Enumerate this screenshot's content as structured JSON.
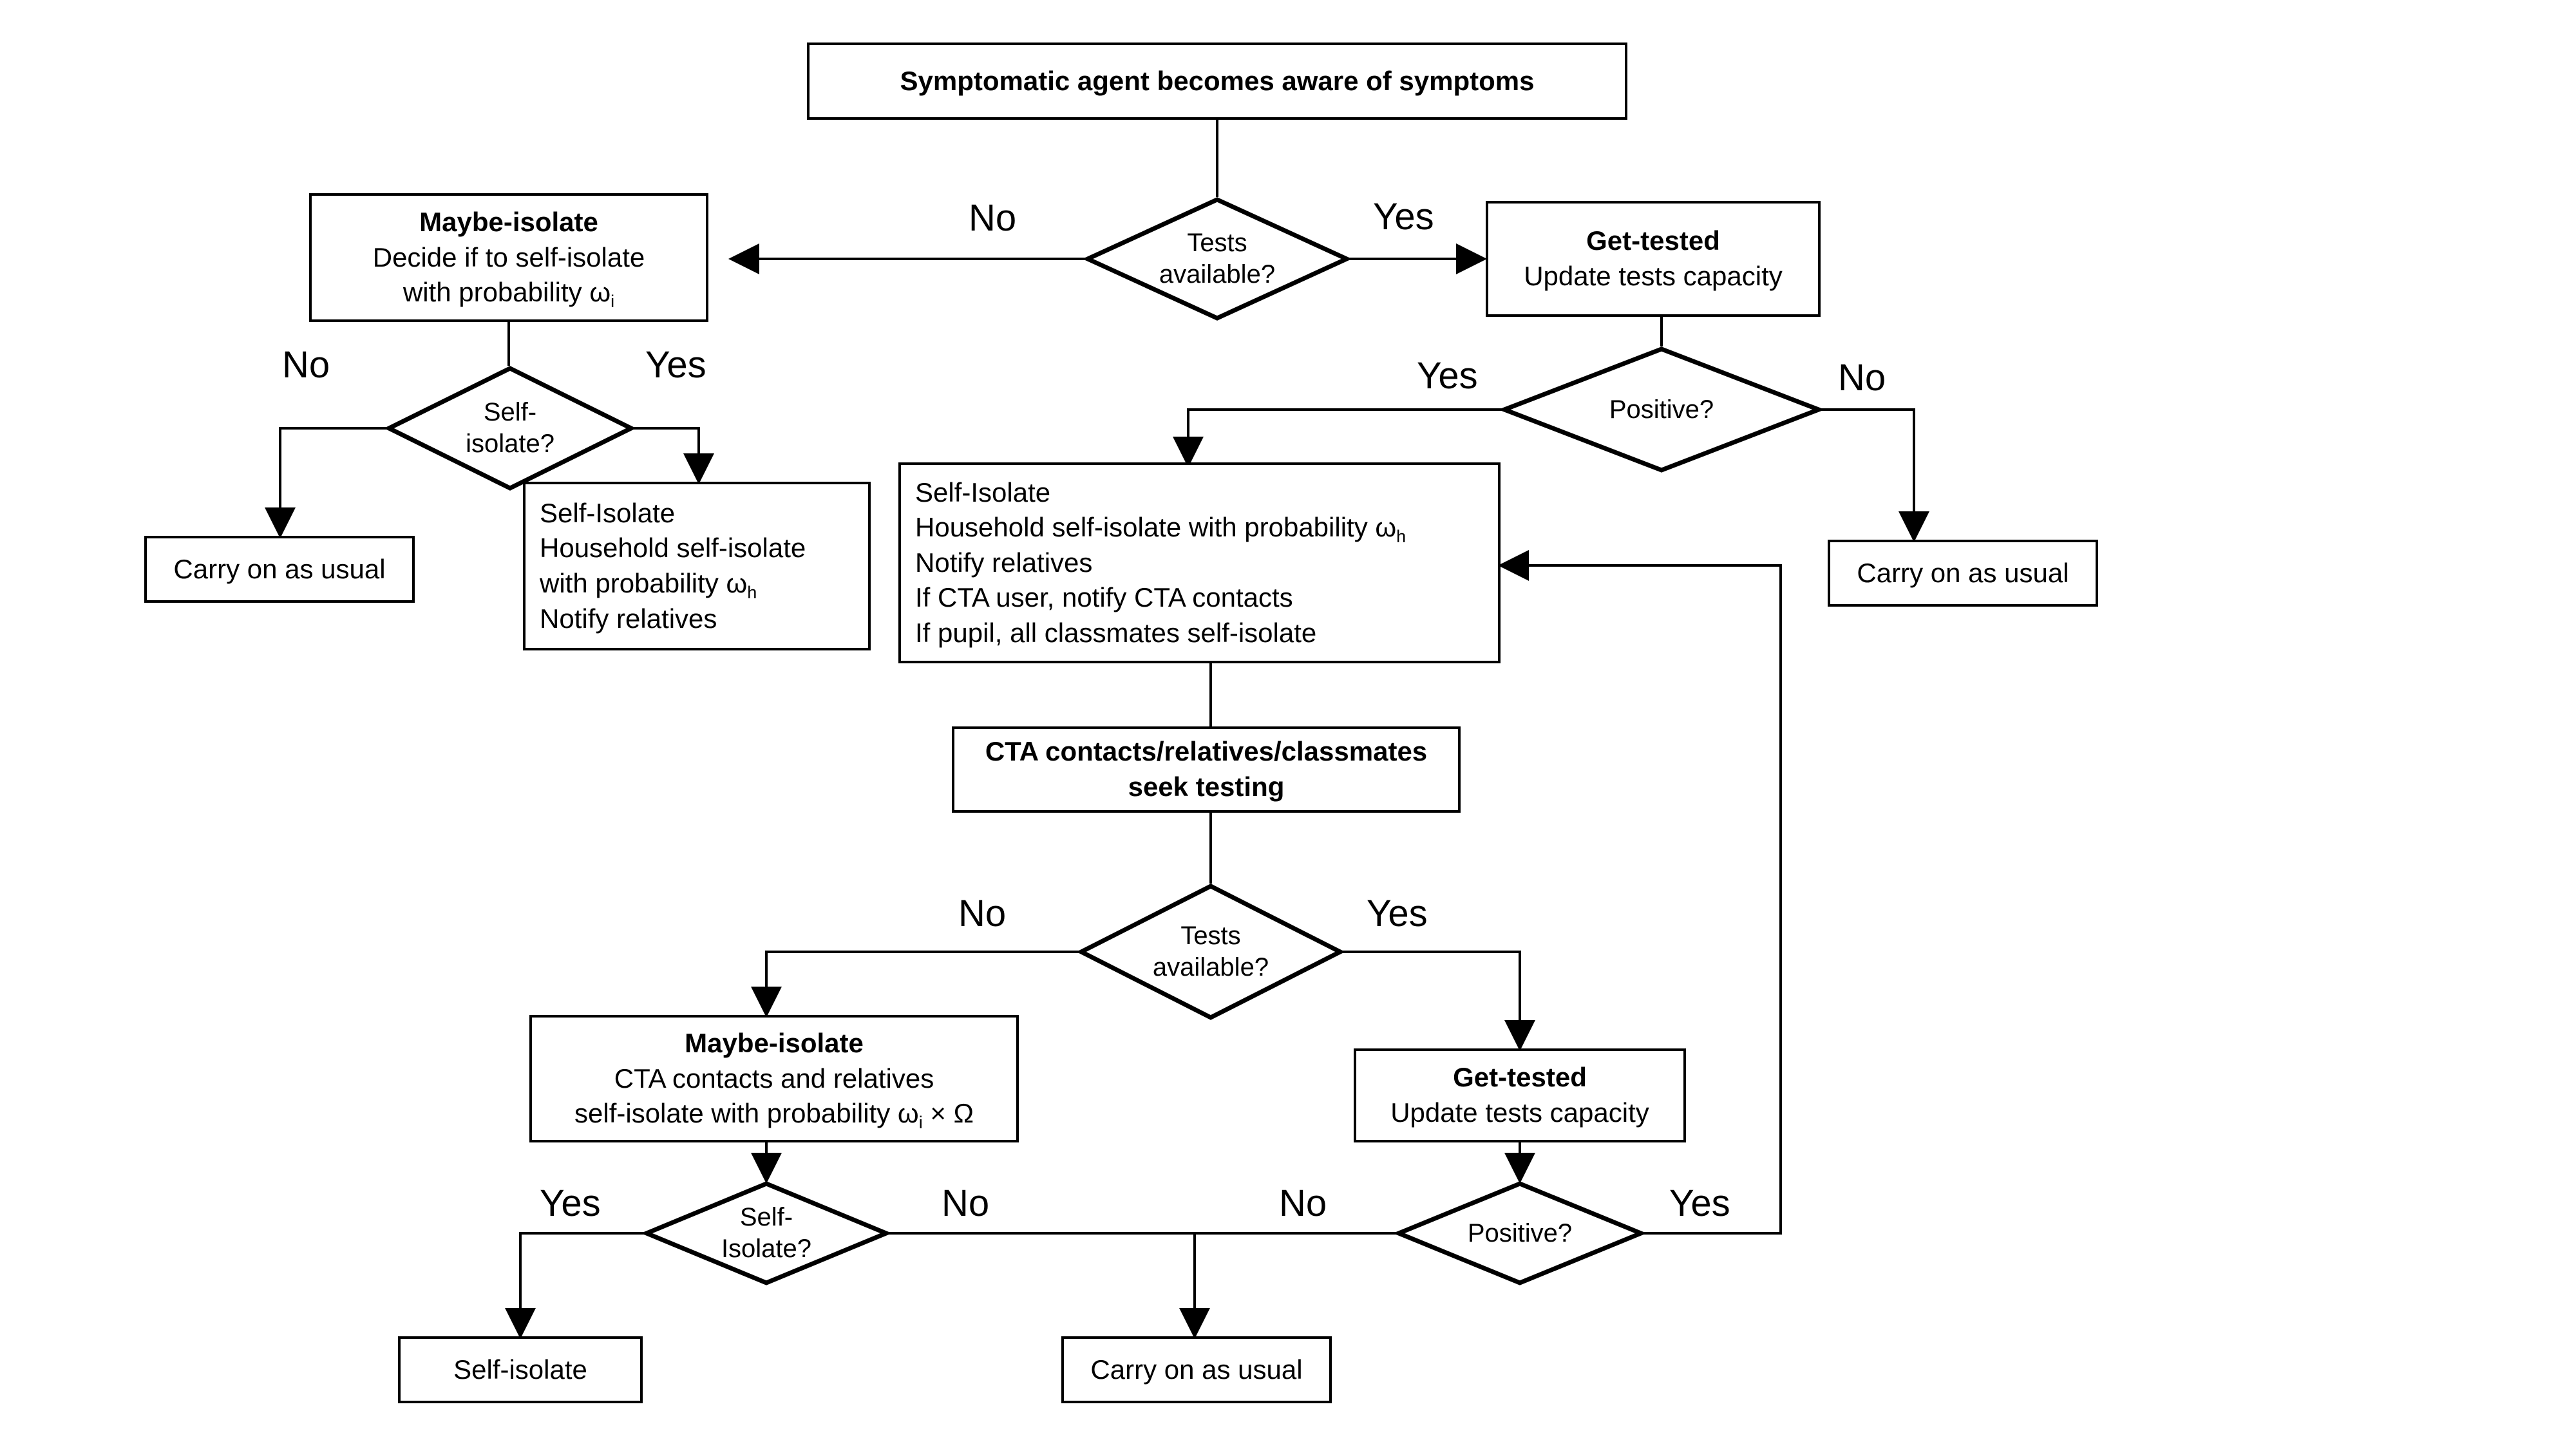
{
  "diagram": {
    "title_node": {
      "text": "Symptomatic agent becomes aware of symptoms"
    },
    "nodes": {
      "start": {
        "label": "Symptomatic agent becomes aware of symptoms"
      },
      "maybe_isolate_top": {
        "line1": "Maybe-isolate",
        "line2": "Decide if to self-isolate",
        "line3_prefix": "with probability ω",
        "line3_sub": "i"
      },
      "get_tested_top": {
        "line1": "Get-tested",
        "line2": "Update tests capacity"
      },
      "carry_on_left": {
        "label": "Carry on as usual"
      },
      "self_isolate_left": {
        "line1": "Self-Isolate",
        "line2": "Household self-isolate",
        "line3_prefix": "with probability ω",
        "line3_sub": "h",
        "line4": "Notify relatives"
      },
      "self_isolate_main": {
        "line1": "Self-Isolate",
        "line2_prefix": "Household self-isolate with probability ω",
        "line2_sub": "h",
        "line3": "Notify relatives",
        "line4": "If CTA user, notify CTA contacts",
        "line5": "If pupil, all classmates self-isolate"
      },
      "carry_on_right": {
        "label": "Carry on as usual"
      },
      "cta_seek_testing": {
        "line1": "CTA contacts/relatives/classmates",
        "line2": "seek testing"
      },
      "maybe_isolate_bottom": {
        "line1": "Maybe-isolate",
        "line2": "CTA contacts and relatives",
        "line3_prefix": "self-isolate with probability ω",
        "line3_sub": "i",
        "line3_suffix": " × Ω"
      },
      "get_tested_bottom": {
        "line1": "Get-tested",
        "line2": "Update tests capacity"
      },
      "self_isolate_bottom": {
        "label": "Self-isolate"
      },
      "carry_on_bottom": {
        "label": "Carry on as usual"
      }
    },
    "decisions": {
      "tests_available_top": {
        "line1": "Tests",
        "line2": "available?"
      },
      "positive_top": {
        "line1": "Positive?"
      },
      "self_isolate_q_top": {
        "line1": "Self-",
        "line2": "isolate?"
      },
      "tests_available_bottom": {
        "line1": "Tests",
        "line2": "available?"
      },
      "self_isolate_q_bottom": {
        "line1": "Self-",
        "line2": "Isolate?"
      },
      "positive_bottom": {
        "line1": "Positive?"
      }
    },
    "branch_labels": {
      "tests_top_no": "No",
      "tests_top_yes": "Yes",
      "positive_top_yes": "Yes",
      "positive_top_no": "No",
      "self_isolate_top_no": "No",
      "self_isolate_top_yes": "Yes",
      "tests_bottom_no": "No",
      "tests_bottom_yes": "Yes",
      "self_isolate_bottom_yes": "Yes",
      "self_isolate_bottom_no": "No",
      "positive_bottom_no": "No",
      "positive_bottom_yes": "Yes"
    },
    "colors": {
      "stroke": "#000000",
      "fill": "#ffffff",
      "text": "#000000"
    }
  }
}
